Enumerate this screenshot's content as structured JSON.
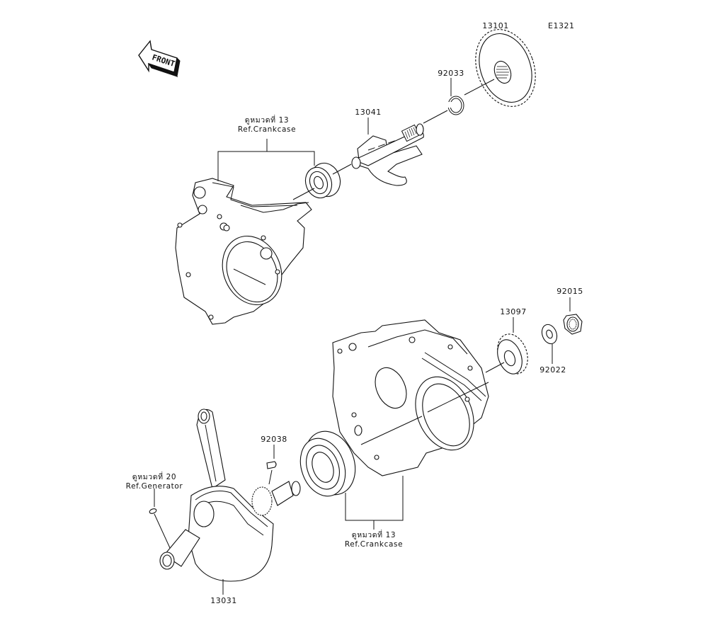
{
  "diagram": {
    "code": "E1321",
    "front_label": "FRONT",
    "parts": [
      {
        "id": "13101",
        "name": "gear-13101"
      },
      {
        "id": "92033",
        "name": "circlip-92033"
      },
      {
        "id": "13041",
        "name": "balancer-shaft-13041"
      },
      {
        "id": "92015",
        "name": "nut-92015"
      },
      {
        "id": "13097",
        "name": "gear-13097"
      },
      {
        "id": "92022",
        "name": "washer-92022"
      },
      {
        "id": "92038",
        "name": "key-92038"
      },
      {
        "id": "13031",
        "name": "crankshaft-13031"
      }
    ],
    "refs": [
      {
        "thai": "ดูหมวดที่ 13",
        "text": "Ref.Crankcase"
      },
      {
        "thai": "ดูหมวดที่ 20",
        "text": "Ref.Generator"
      },
      {
        "thai": "ดูหมวดที่ 13",
        "text": "Ref.Crankcase"
      }
    ]
  }
}
